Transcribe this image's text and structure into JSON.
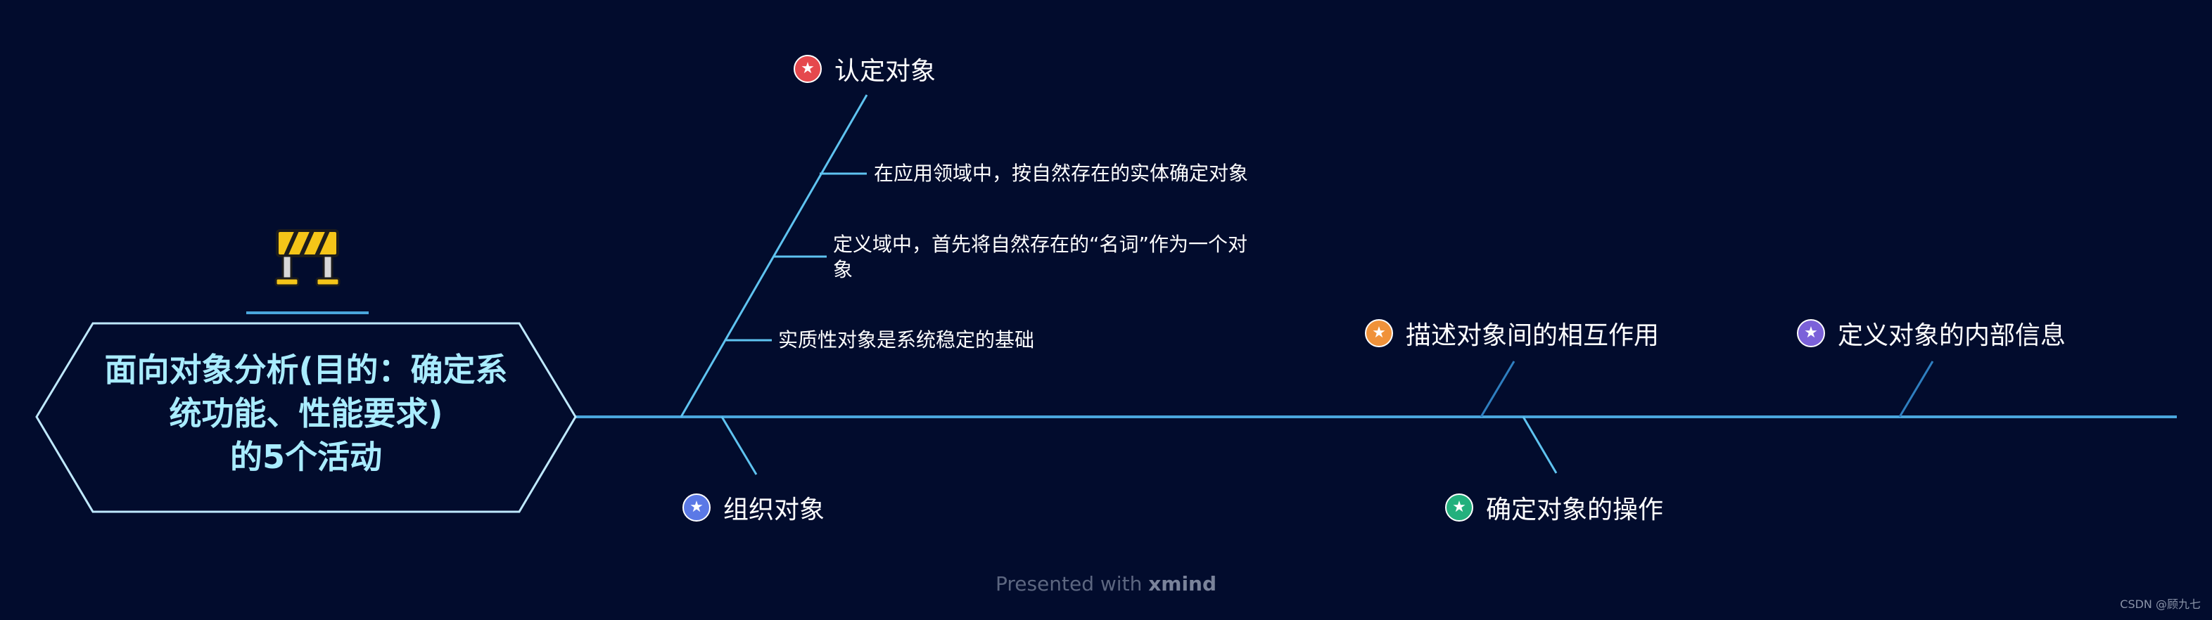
{
  "central": {
    "title_lines": [
      "面向对象分析(目的：确定系",
      "统功能、性能要求)",
      "的5个活动"
    ]
  },
  "topics": [
    {
      "label": "认定对象",
      "color": "#e5484d"
    },
    {
      "label": "组织对象",
      "color": "#5b79e6"
    },
    {
      "label": "描述对象间的相互作用",
      "color": "#f0923a"
    },
    {
      "label": "确定对象的操作",
      "color": "#23b07d"
    },
    {
      "label": "定义对象的内部信息",
      "color": "#7b61d9"
    }
  ],
  "subtopics": [
    {
      "text": "在应用领域中，按自然存在的实体确定对象"
    },
    {
      "text": "定义域中，首先将自然存在的“名词”作为一个对象"
    },
    {
      "text": "实质性对象是系统稳定的基础"
    }
  ],
  "icons": {
    "central": "roadblock-icon",
    "topic": "star-icon"
  },
  "colors": {
    "background": "#020c2d",
    "line": "#5fc3f0",
    "hex_border": "#bfe9ff",
    "title": "#a9ecff"
  },
  "footer": {
    "prefix": "Presented with",
    "brand": "xmind"
  },
  "watermark": "CSDN @顾九七"
}
